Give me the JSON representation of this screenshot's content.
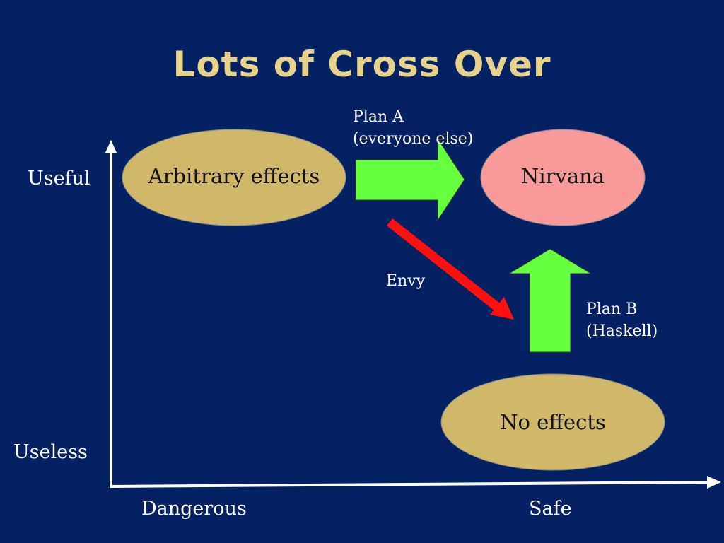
{
  "title": "Lots of Cross Over",
  "axes": {
    "y_top": "Useful",
    "y_bottom": "Useless",
    "x_left": "Dangerous",
    "x_right": "Safe"
  },
  "nodes": {
    "arbitrary": "Arbitrary effects",
    "nirvana": "Nirvana",
    "no_effects": "No effects"
  },
  "arrows": {
    "plan_a_line1": "Plan A",
    "plan_a_line2": "(everyone else)",
    "envy": "Envy",
    "plan_b_line1": "Plan B",
    "plan_b_line2": "(Haskell)"
  },
  "colors": {
    "background": "#042163",
    "title": "#e6d28a",
    "tan_ellipse": "#cfb86a",
    "pink_ellipse": "#f99a9a",
    "green_arrow": "#66ff3d",
    "red_arrow": "#ff1010",
    "axis": "#ffffff"
  }
}
